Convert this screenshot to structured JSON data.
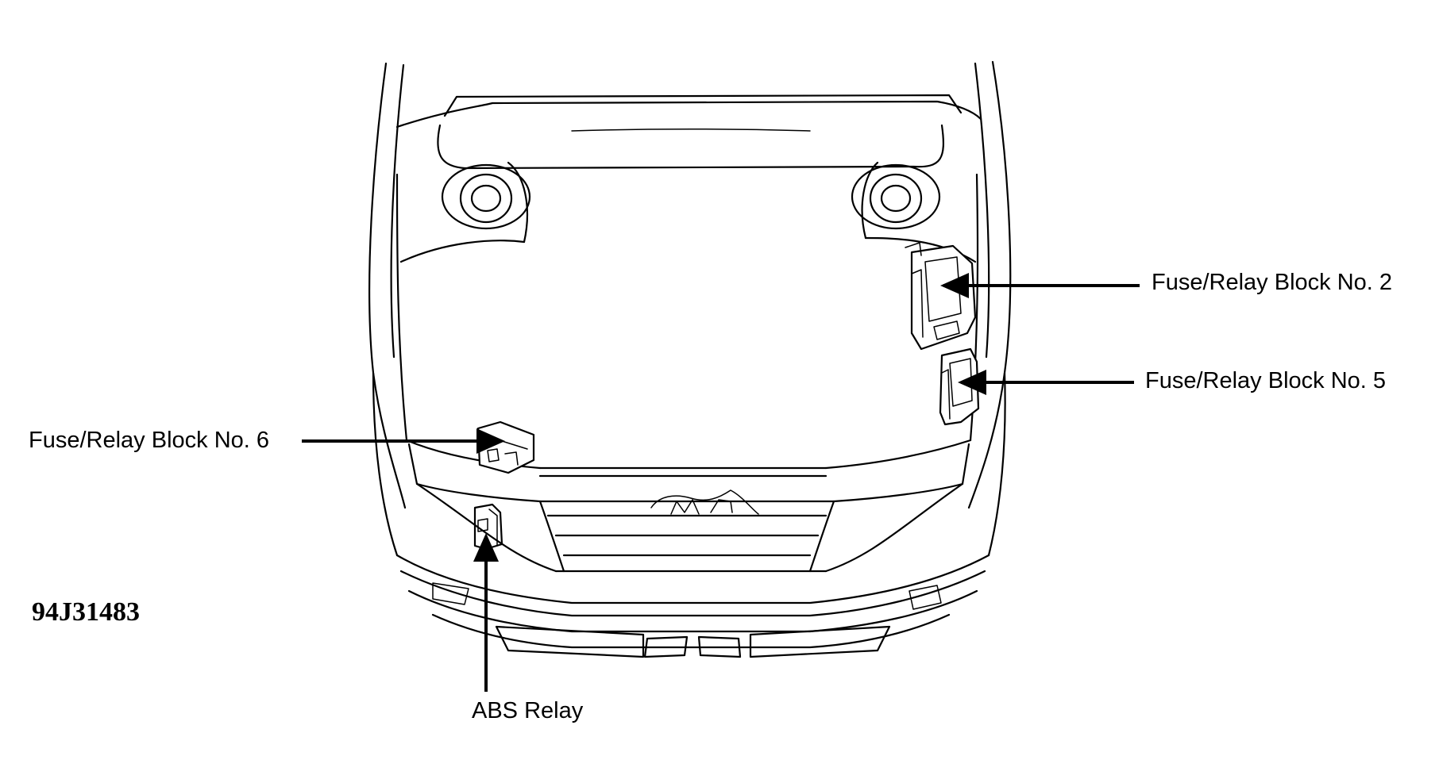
{
  "figure_id": "94J31483",
  "labels": {
    "block2": "Fuse/Relay Block No. 2",
    "block5": "Fuse/Relay Block No. 5",
    "block6": "Fuse/Relay Block No. 6",
    "abs_relay": "ABS Relay"
  }
}
